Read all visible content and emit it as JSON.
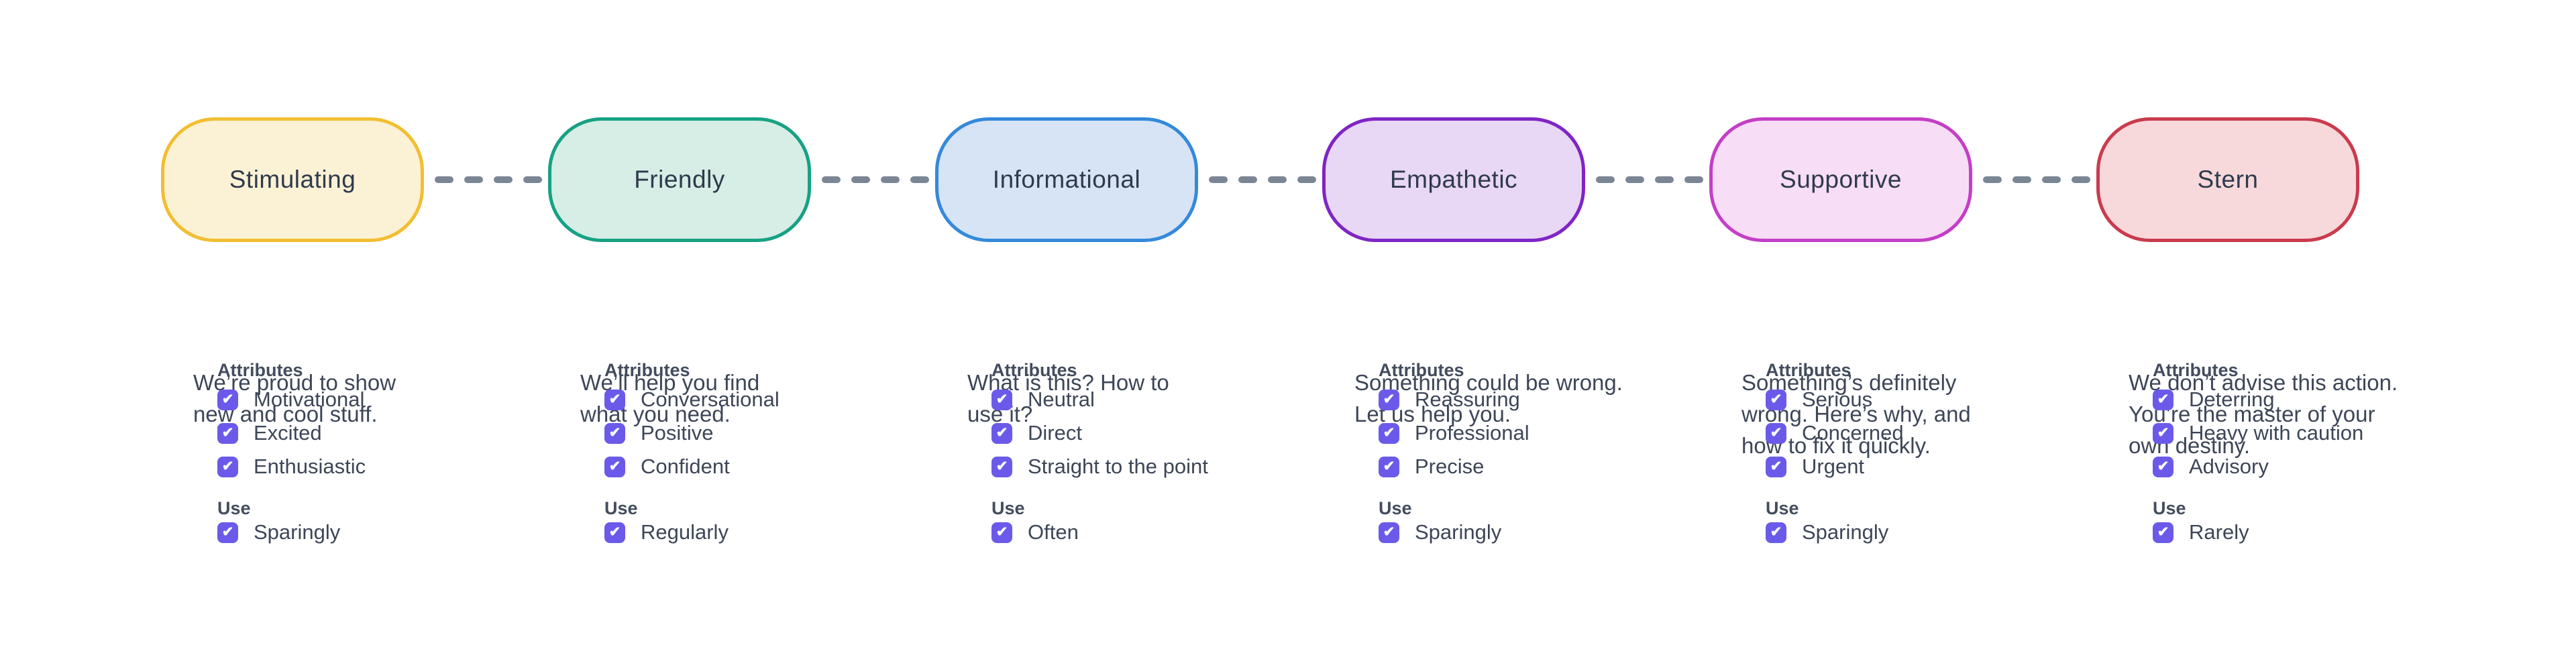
{
  "theme": {
    "background": "#FFFFFF",
    "connector": "#7B8695",
    "checkbox": "#6B5AEA",
    "text_primary": "#3D4657",
    "text_heading": "#434D5E",
    "pill_label": "#2F3A4D"
  },
  "checkbox": {
    "check": "✔",
    "checked": true
  },
  "tones": [
    {
      "label": "Stimulating",
      "description": "We’re proud to show\nnew and cool stuff.",
      "colors": {
        "border": "#F2BE32",
        "fill": "#FBF2D5"
      },
      "attributes_title": "Attributes",
      "attributes": [
        "Motivational",
        "Excited",
        "Enthusiastic"
      ],
      "use_title": "Use",
      "use": [
        "Sparingly"
      ]
    },
    {
      "label": "Friendly",
      "description": "We’ll help you find\nwhat you need.",
      "colors": {
        "border": "#18A184",
        "fill": "#D6EEE5"
      },
      "attributes_title": "Attributes",
      "attributes": [
        "Conversational",
        "Positive",
        "Confident"
      ],
      "use_title": "Use",
      "use": [
        "Regularly"
      ]
    },
    {
      "label": "Informational",
      "description": "What is this? How to\nuse it?",
      "colors": {
        "border": "#3489DB",
        "fill": "#D7E4F5"
      },
      "attributes_title": "Attributes",
      "attributes": [
        "Neutral",
        "Direct",
        "Straight to the point"
      ],
      "use_title": "Use",
      "use": [
        "Often"
      ]
    },
    {
      "label": "Empathetic",
      "description": "Something could be wrong.\nLet us help you.",
      "colors": {
        "border": "#7F25C4",
        "fill": "#E8D7F5"
      },
      "attributes_title": "Attributes",
      "attributes": [
        "Reassuring",
        "Professional",
        "Precise"
      ],
      "use_title": "Use",
      "use": [
        "Sparingly"
      ]
    },
    {
      "label": "Supportive",
      "description": "Something’s definitely\nwrong. Here’s why, and\nhow to fix it quickly.",
      "colors": {
        "border": "#C43EC6",
        "fill": "#F7DDF5"
      },
      "attributes_title": "Attributes",
      "attributes": [
        "Serious",
        "Concerned",
        "Urgent"
      ],
      "use_title": "Use",
      "use": [
        "Sparingly"
      ]
    },
    {
      "label": "Stern",
      "description": "We don’t advise this action.\nYou’re the master of your\nown destiny.",
      "colors": {
        "border": "#CA3B4D",
        "fill": "#F8D9DB"
      },
      "attributes_title": "Attributes",
      "attributes": [
        "Deterring",
        "Heavy with caution",
        "Advisory"
      ],
      "use_title": "Use",
      "use": [
        "Rarely"
      ]
    }
  ]
}
